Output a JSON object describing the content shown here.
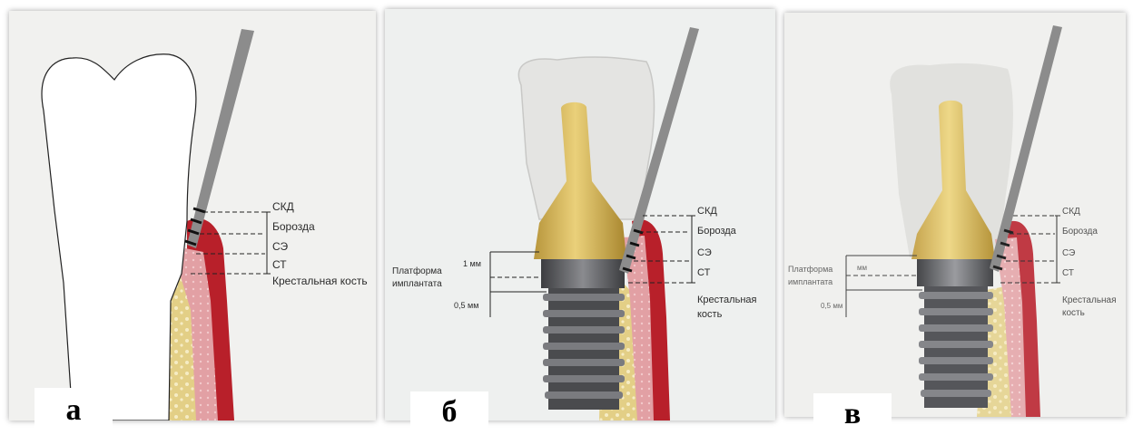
{
  "panels": [
    {
      "letter": "а",
      "labels": [
        "СКД",
        "Борозда",
        "СЭ",
        "СТ",
        "Крестальная кость"
      ]
    },
    {
      "letter": "б",
      "labels": [
        "СКД",
        "Борозда",
        "СЭ",
        "СТ",
        "Крестальная",
        "кость"
      ],
      "left_labels": [
        "Платформа",
        "имплантата",
        "1 мм",
        "0,5 мм"
      ]
    },
    {
      "letter": "в",
      "labels": [
        "СКД",
        "Борозда",
        "СЭ",
        "СТ",
        "Крестальная",
        "кость"
      ],
      "left_labels": [
        "Платформа",
        "имплантата",
        "мм",
        "0,5 мм"
      ]
    }
  ],
  "colors": {
    "gingiva_red": "#b8202a",
    "gingiva_pink": "#e6a5a8",
    "bone_yellow": "#e4d08a",
    "abutment_gold": "#d8b85a",
    "implant_gray": "#55565a",
    "probe_gray": "#8c8c8c"
  }
}
